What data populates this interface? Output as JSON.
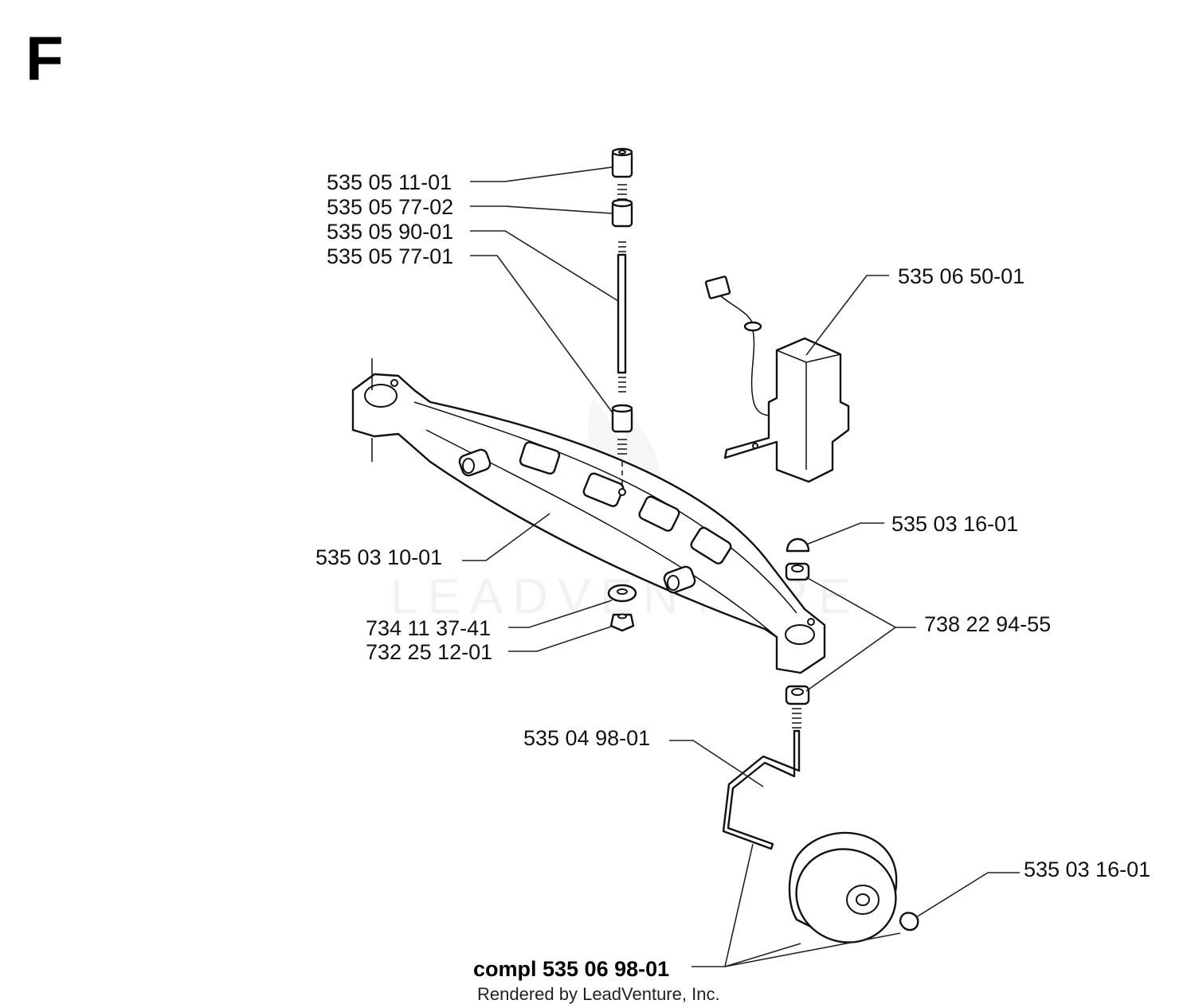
{
  "section_letter": "F",
  "watermark": "LEADVENTURE",
  "callouts": {
    "spacer_top": "535 05 11-01",
    "spacer_upper": "535 05 77-02",
    "shaft": "535 05 90-01",
    "spacer_lower": "535 05 77-01",
    "sensor": "535 06 50-01",
    "axle_beam": "535 03 10-01",
    "cap_upper": "535 03 16-01",
    "bushing": "738 22 94-55",
    "washer": "734 11 37-41",
    "nut": "732 25 12-01",
    "wheel_arm": "535 04 98-01",
    "cap_wheel": "535 03 16-01"
  },
  "assembly_label": "compl 535 06 98-01",
  "credit": "Rendered by LeadVenture, Inc."
}
